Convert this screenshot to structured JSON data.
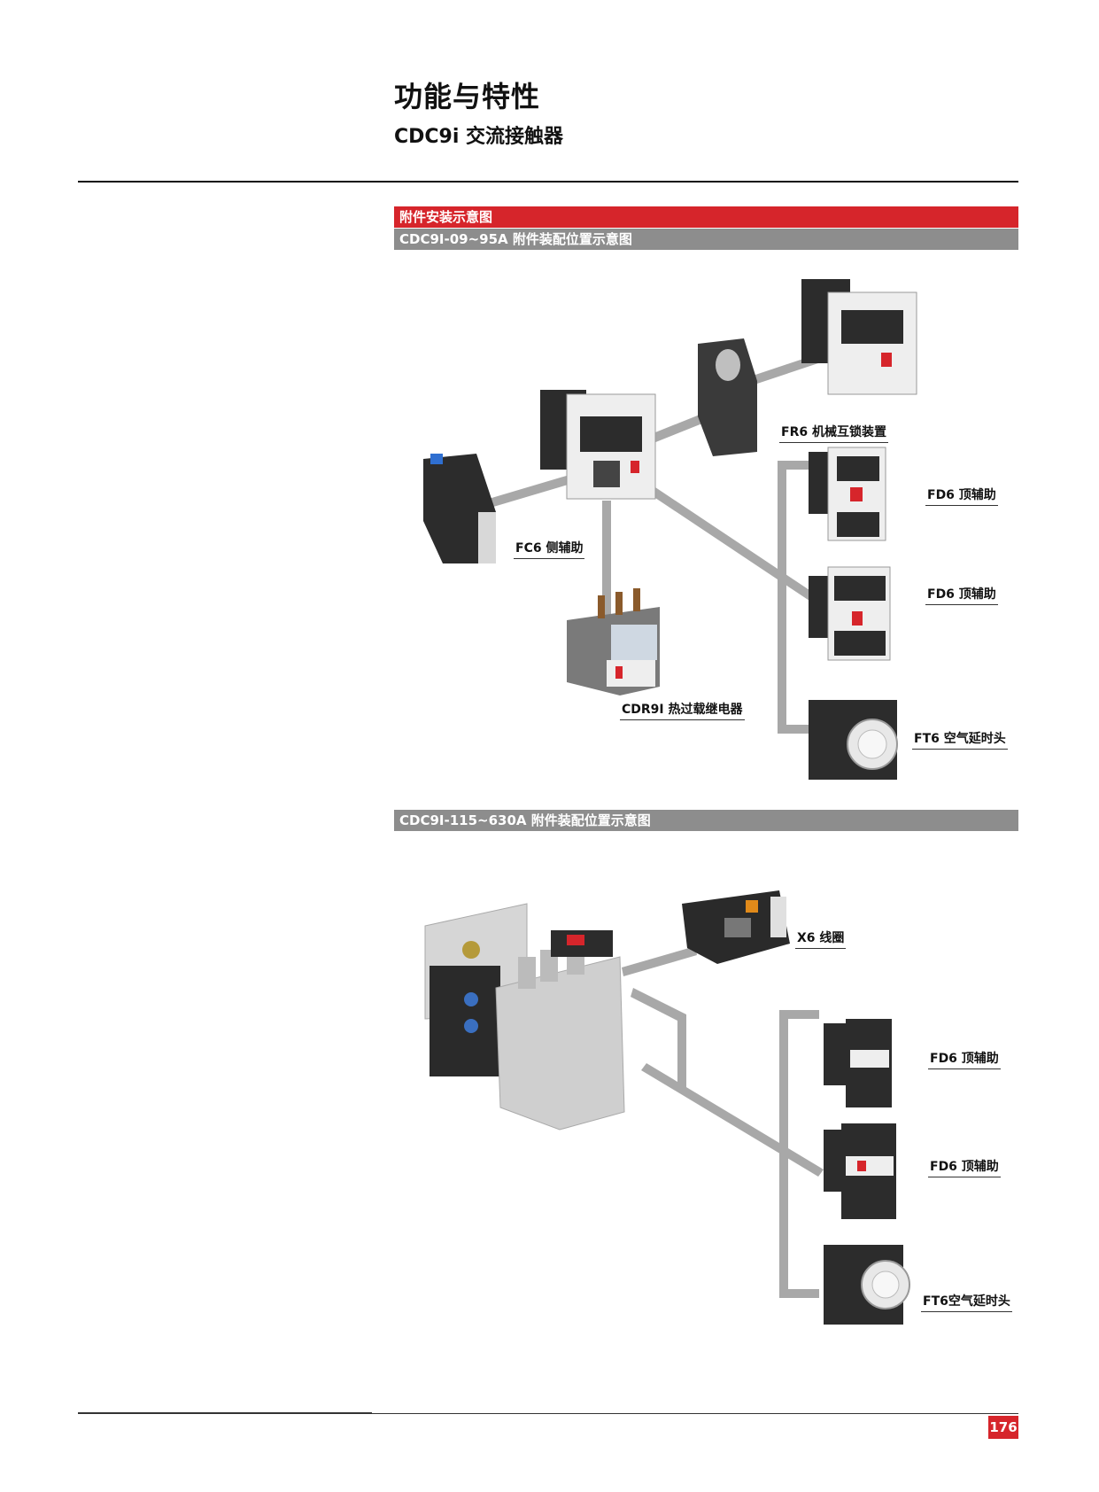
{
  "header": {
    "title": "功能与特性",
    "subtitle": "CDC9i 交流接触器"
  },
  "sections": {
    "main_bar": "附件安装示意图",
    "section1_bar": "CDC9I-09~95A 附件装配位置示意图",
    "section2_bar": "CDC9I-115~630A 附件装配位置示意图"
  },
  "section1_labels": {
    "fr6": "FR6 机械互锁装置",
    "fd6_top": "FD6 顶辅助",
    "fc6": "FC6 侧辅助",
    "fd6_mid": "FD6 顶辅助",
    "cdr9i": "CDR9I 热过载继电器",
    "ft6": "FT6 空气延时头"
  },
  "section2_labels": {
    "x6": "X6 线圈",
    "fd6_top": "FD6 顶辅助",
    "fd6_mid": "FD6 顶辅助",
    "ft6": "FT6空气延时头"
  },
  "footer": {
    "page_number": "176"
  },
  "colors": {
    "accent_red": "#d6252b",
    "section_gray": "#8d8d8d",
    "connector_gray": "#a8a8a8"
  }
}
